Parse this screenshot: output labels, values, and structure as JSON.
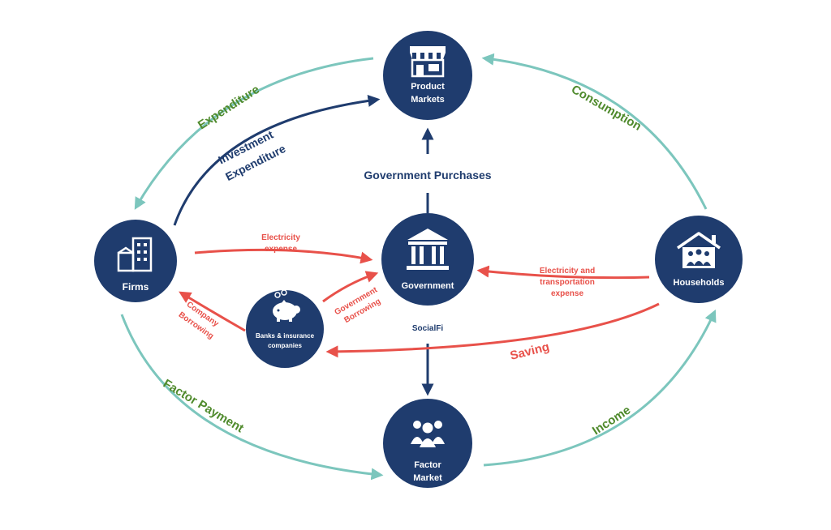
{
  "nodes": {
    "product_markets": {
      "line1": "Product",
      "line2": "Markets"
    },
    "firms": {
      "label": "Firms"
    },
    "government": {
      "label": "Government"
    },
    "households": {
      "label": "Households"
    },
    "banks": {
      "line1": "Banks & insurance",
      "line2": "companies"
    },
    "factor_market": {
      "line1": "Factor",
      "line2": "Market"
    }
  },
  "labels": {
    "expenditure": "Expenditure",
    "investment_1": "Investment",
    "investment_2": "Expenditure",
    "consumption": "Consumption",
    "gov_purchases": "Government Purchases",
    "elec_expense_1": "Electricity",
    "elec_expense_2": "expense",
    "elec_transport_1": "Electricity and",
    "elec_transport_2": "transportation",
    "elec_transport_3": "expense",
    "company_borrowing_1": "Company",
    "company_borrowing_2": "Borrowing",
    "gov_borrowing_1": "Government",
    "gov_borrowing_2": "Borrowing",
    "socialfi": "SocialFi",
    "saving": "Saving",
    "factor_payment": "Factor Payment",
    "income": "Income"
  },
  "colors": {
    "node_fill": "#1f3c6e",
    "teal": "#7cc6bd",
    "navy": "#1f3c6e",
    "red": "#e8514a",
    "green": "#4f8a2c"
  }
}
